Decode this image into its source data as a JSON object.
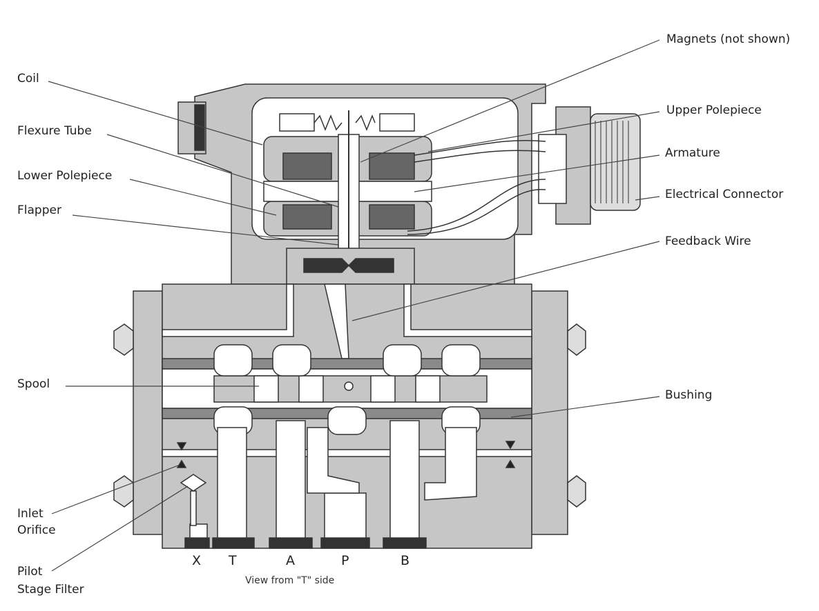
{
  "labels_left": {
    "coil": "Coil",
    "flexure_tube": "Flexure Tube",
    "lower_polepiece": "Lower Polepiece",
    "flapper": "Flapper",
    "spool": "Spool",
    "inlet_orifice_1": "Inlet",
    "inlet_orifice_2": "Orifice",
    "pilot_filter_1": "Pilot",
    "pilot_filter_2": "Stage Filter"
  },
  "labels_right": {
    "magnets": "Magnets (not shown)",
    "upper_polepiece": "Upper Polepiece",
    "armature": "Armature",
    "electrical_connector": "Electrical Connector",
    "feedback_wire": "Feedback Wire",
    "bushing": "Bushing"
  },
  "ports": [
    "X",
    "T",
    "A",
    "P",
    "B"
  ],
  "caption": "View from \"T\" side",
  "colors": {
    "body": "#c6c6c6",
    "dark": "#3a3a3a",
    "mid": "#8a8a8a",
    "channel": "#ffffff"
  }
}
